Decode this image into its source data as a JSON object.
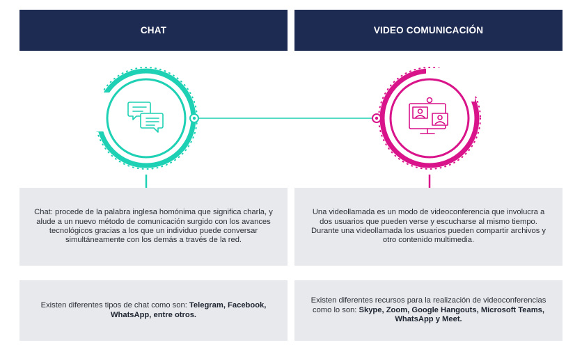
{
  "columns": {
    "left": {
      "title": "CHAT",
      "description": "Chat: procede de la palabra inglesa homónima que significa charla, y alude a un nuevo método de comunicación surgido con los avances tecnológicos gracias a los que un individuo puede conversar simultáneamente con los demás a través de la red.",
      "examples_intro": "Existen diferentes tipos de chat como son: ",
      "examples_bold": "Telegram, Facebook, WhatsApp, entre otros."
    },
    "right": {
      "title": "VIDEO COMUNICACIÓN",
      "description": "Una videollamada es un modo de videoconferencia que involucra a dos usuarios que pueden verse y escucharse al mismo tiempo. Durante una videollamada los usuarios pueden compartir archivos y otro contenido multimedia.",
      "examples_intro": "Existen diferentes recursos para la realización de videoconferencias como lo son: ",
      "examples_bold": "Skype, Zoom, Google Hangouts, Microsoft Teams, WhatsApp y Meet."
    }
  },
  "colors": {
    "header_bg": "#1d2a52",
    "chat_accent": "#1fd1b4",
    "video_accent": "#d9138a",
    "box_bg": "#e8e9ec"
  },
  "icons": {
    "left": "chat-bubbles-icon",
    "right": "video-call-icon"
  }
}
